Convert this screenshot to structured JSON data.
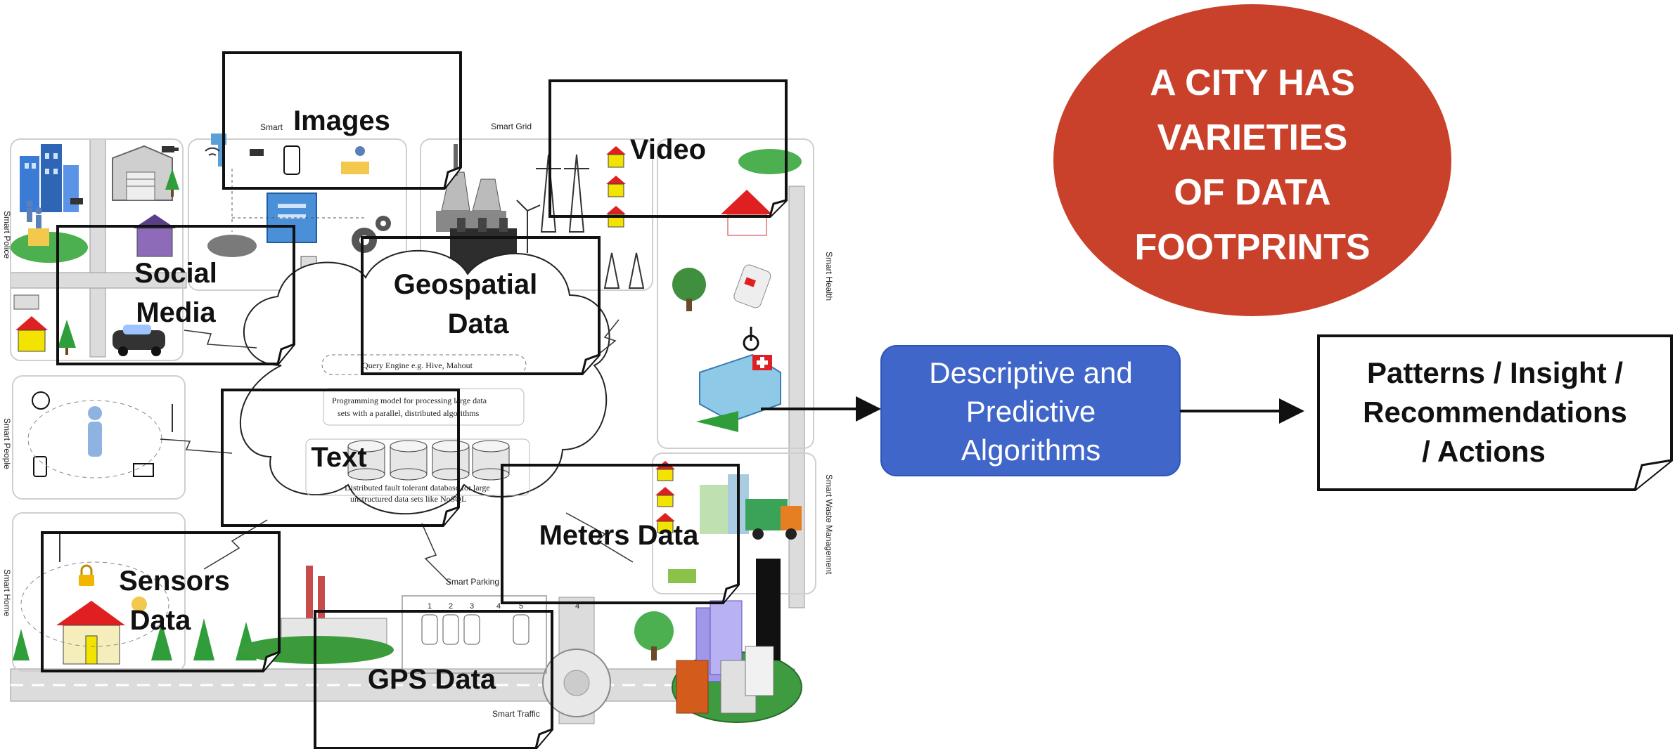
{
  "colors": {
    "ellipse_fill": "#C9412B",
    "algorithms_fill": "#4166C9",
    "arrow": "#111111",
    "note_border": "#111111",
    "road": "#d9d9d9",
    "tree": "#2f9e3a",
    "house": "#f2e400",
    "roof": "#e02020"
  },
  "headline": {
    "lines": [
      "A CITY HAS",
      "VARIETIES",
      "OF DATA",
      "FOOTPRINTS"
    ]
  },
  "algorithms": {
    "lines": [
      "Descriptive and",
      "Predictive",
      "Algorithms"
    ]
  },
  "outcome": {
    "lines": [
      "Patterns / Insight /",
      "Recommendations",
      "/ Actions"
    ]
  },
  "data_types": {
    "images": "Images",
    "video": "Video",
    "social_media": [
      "Social",
      "Media"
    ],
    "geospatial": [
      "Geospatial",
      "Data"
    ],
    "text": "Text",
    "meters": "Meters Data",
    "sensors": [
      "Sensors",
      "Data"
    ],
    "gps": "GPS Data"
  },
  "city": {
    "smart_grid": "Smart Grid",
    "smart_police": "Smart Police",
    "smart_people": "Smart People",
    "smart_home": "Smart Home",
    "smart_health": "Smart Health",
    "smart_waste": "Smart Waste Management",
    "smart_parking": "Smart Parking",
    "smart_traffic": "Smart Traffic",
    "smart_building_partial": "Smart",
    "cloud_query": "Query Engine e.g. Hive, Mahout",
    "cloud_programming": [
      "Programming model for processing large data",
      "sets with a parallel, distributed algorithms"
    ],
    "cloud_storage": [
      "Distributed fault tolerant database for large",
      "unstructured  data sets like NoSQL"
    ],
    "parking_numbers": [
      "1",
      "2",
      "3",
      "4",
      "5",
      "4"
    ]
  },
  "icons": [
    "building-icon",
    "police-car-icon",
    "camera-icon",
    "person-icon",
    "phone-icon",
    "robot-icon",
    "gear-icon",
    "power-plant-icon",
    "transformer-icon",
    "pylon-icon",
    "wind-turbine-icon",
    "tree-icon",
    "house-icon",
    "ambulance-icon",
    "wheelchair-icon",
    "hospital-icon",
    "garbage-truck-icon",
    "skyscraper-icon",
    "lock-icon",
    "lightbulb-icon",
    "laptop-icon",
    "factory-icon",
    "car-icon",
    "wifi-icon"
  ]
}
